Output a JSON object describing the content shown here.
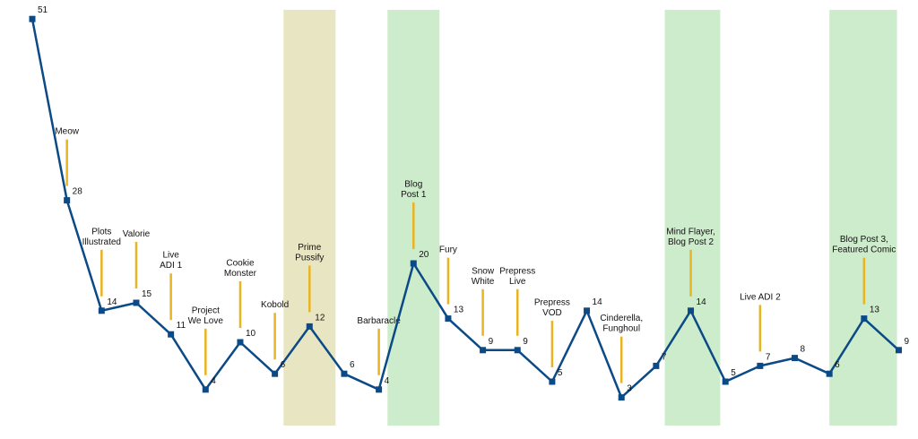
{
  "colors": {
    "line": "#0b4a86",
    "annotation_stem": "#e8b421",
    "band_green": "#cdeccb",
    "band_olive": "#e8e6c2",
    "text": "#111111"
  },
  "chart_data": {
    "type": "line",
    "title": "",
    "xlabel": "",
    "ylabel": "",
    "ylim": [
      0,
      51
    ],
    "grid": false,
    "legend": "none",
    "x": [
      0,
      1,
      2,
      3,
      4,
      5,
      6,
      7,
      8,
      9,
      10,
      11,
      12,
      13,
      14,
      15,
      16,
      17,
      18,
      19,
      20,
      21,
      22,
      23,
      24,
      25
    ],
    "values": [
      51,
      28,
      14,
      15,
      11,
      4,
      10,
      6,
      12,
      6,
      4,
      20,
      13,
      9,
      9,
      5,
      14,
      3,
      7,
      14,
      5,
      7,
      8,
      6,
      13,
      9
    ],
    "value_labels": [
      "51",
      "28",
      "14",
      "15",
      "11",
      "4",
      "10",
      "6",
      "12",
      "6",
      "4",
      "20",
      "13",
      "9",
      "9",
      "5",
      "14",
      "3",
      "7",
      "14",
      "5",
      "7",
      "8",
      "6",
      "13",
      "9"
    ],
    "bands": [
      {
        "from": 7.25,
        "to": 8.75,
        "color": "olive"
      },
      {
        "from": 10.25,
        "to": 11.75,
        "color": "green"
      },
      {
        "from": 18.25,
        "to": 19.85,
        "color": "green"
      },
      {
        "from": 23.0,
        "to": 24.95,
        "color": "green"
      }
    ],
    "annotations": [
      {
        "at": 1,
        "lines": [
          "Meow"
        ]
      },
      {
        "at": 2,
        "lines": [
          "Plots",
          "Illustrated"
        ]
      },
      {
        "at": 3,
        "lines": [
          "Valorie"
        ]
      },
      {
        "at": 4,
        "lines": [
          "Live",
          "ADI 1"
        ]
      },
      {
        "at": 5,
        "lines": [
          "Project",
          "We Love"
        ]
      },
      {
        "at": 6,
        "lines": [
          "Cookie",
          "Monster"
        ]
      },
      {
        "at": 7,
        "lines": [
          "Kobold"
        ]
      },
      {
        "at": 8,
        "lines": [
          "Prime",
          "Pussify"
        ]
      },
      {
        "at": 10,
        "lines": [
          "Barbaracle"
        ]
      },
      {
        "at": 11,
        "lines": [
          "Blog",
          "Post 1"
        ]
      },
      {
        "at": 12,
        "lines": [
          "Fury"
        ]
      },
      {
        "at": 13,
        "lines": [
          "Snow",
          "White"
        ]
      },
      {
        "at": 14,
        "lines": [
          "Prepress",
          "Live"
        ]
      },
      {
        "at": 15,
        "lines": [
          "Prepress",
          "VOD"
        ]
      },
      {
        "at": 17,
        "lines": [
          "Cinderella,",
          "Funghoul"
        ]
      },
      {
        "at": 19,
        "lines": [
          "Mind Flayer,",
          "Blog Post 2"
        ]
      },
      {
        "at": 21,
        "lines": [
          "Live ADI 2"
        ]
      },
      {
        "at": 24,
        "lines": [
          "Blog Post 3,",
          "Featured Comic"
        ]
      }
    ]
  }
}
